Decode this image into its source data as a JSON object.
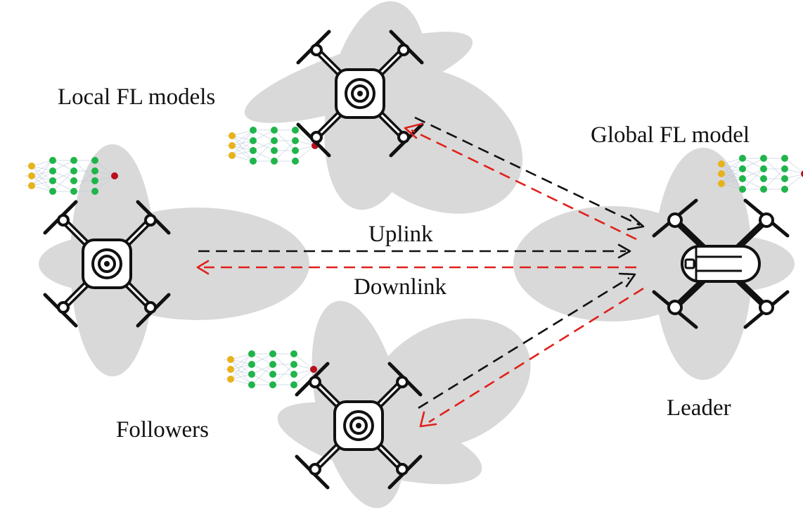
{
  "labels": {
    "local_models": "Local FL models",
    "global_model": "Global FL model",
    "uplink": "Uplink",
    "downlink": "Downlink",
    "followers": "Followers",
    "leader": "Leader"
  },
  "colors": {
    "uplink_arrow": "#111111",
    "downlink_arrow": "#e0211c",
    "coverage_lobe": "#d9d9d9",
    "input_neuron": "#e8b21a",
    "hidden_neuron": "#1fb54a",
    "output_neuron": "#b8101b"
  },
  "nodes": [
    {
      "role": "follower",
      "icon": "quadcopter-icon"
    },
    {
      "role": "follower",
      "icon": "quadcopter-icon"
    },
    {
      "role": "follower",
      "icon": "quadcopter-icon"
    },
    {
      "role": "leader",
      "icon": "leader-drone-icon"
    }
  ]
}
